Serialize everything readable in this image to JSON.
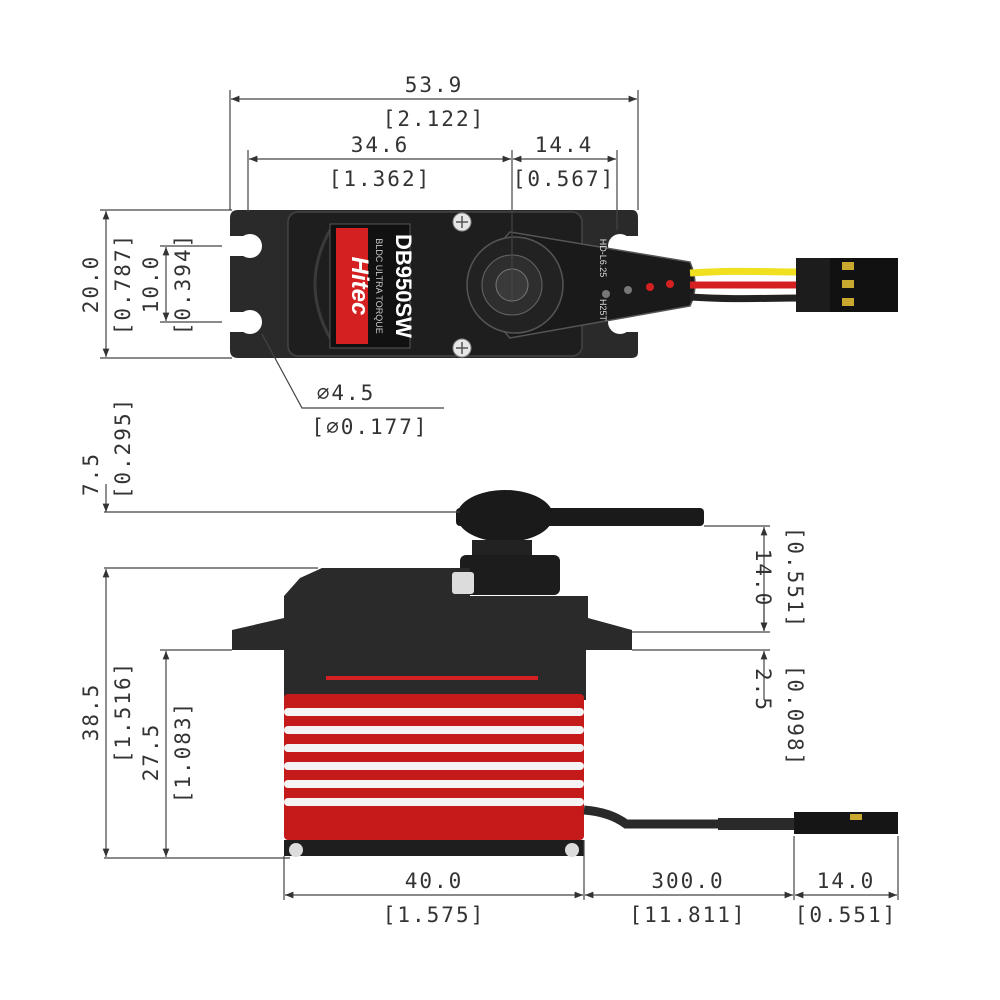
{
  "product": {
    "brand": "Hitec",
    "model": "DB950SW",
    "subtitle": "BLDC ULTRA TORQUE",
    "side_label_1": "HD-L6.25",
    "side_label_2": "H25T",
    "colors": {
      "body": "#2b2b2b",
      "accent": "#d42020",
      "stripe": "#ffffff",
      "wire_yellow": "#f0e020",
      "wire_red": "#d42020",
      "wire_black": "#222222"
    }
  },
  "top_view": {
    "overall_width": {
      "mm": "53.9",
      "in": "[2.122]"
    },
    "body_to_shaft": {
      "mm": "34.6",
      "in": "[1.362]"
    },
    "shaft_to_tab": {
      "mm": "14.4",
      "in": "[0.567]"
    },
    "mount_height": {
      "mm": "20.0",
      "in": "[0.787]"
    },
    "hole_spacing": {
      "mm": "10.0",
      "in": "[0.394]"
    },
    "hole_diameter": {
      "mm": "⌀4.5",
      "in": "[⌀0.177]"
    }
  },
  "side_view": {
    "horn_height": {
      "mm": "7.5",
      "in": "[0.295]"
    },
    "total_height": {
      "mm": "38.5",
      "in": "[1.516]"
    },
    "flange_height": {
      "mm": "27.5",
      "in": "[1.083]"
    },
    "horn_to_flange": {
      "mm": "14.0",
      "in": "[0.551]"
    },
    "flange_thickness": {
      "mm": "2.5",
      "in": "[0.098]"
    },
    "body_length": {
      "mm": "40.0",
      "in": "[1.575]"
    },
    "wire_length": {
      "mm": "300.0",
      "in": "[11.811]"
    },
    "connector_length": {
      "mm": "14.0",
      "in": "[0.551]"
    }
  }
}
